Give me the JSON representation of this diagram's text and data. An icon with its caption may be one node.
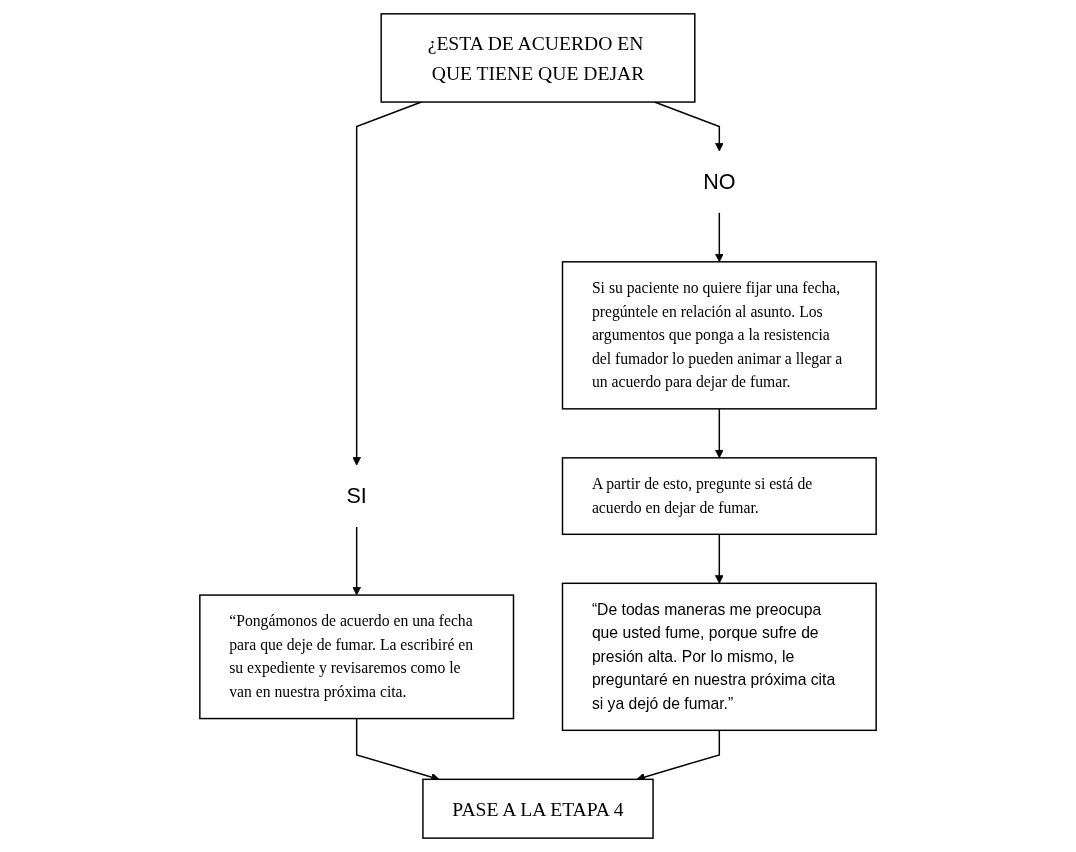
{
  "diagram": {
    "nodes": [
      {
        "text": [
          "¿ESTA DE ACUERDO EN QUE TIENE QUE DEJAR"
        ]
      },
      {
        "text": [
          "NO"
        ]
      },
      {
        "text": [
          "SI"
        ]
      },
      {
        "text": [
          "Si su paciente no quiere fijar una fecha, pregúntele en relación al asunto. Los argumentos que ponga a la resistencia del fumador lo pueden animar a llegar a un acuerdo para dejar de fumar."
        ]
      },
      {
        "text": [
          "“Pongámonos de acuerdo en una fecha para que deje de fumar. La escribiré en su expediente y revisaremos como le van en nuestra próxima cita."
        ]
      },
      {
        "text": [
          "A partir de esto, pregunte si está de acuerdo en dejar de fumar."
        ]
      },
      {
        "text": [
          "“De todas maneras me preocupa que usted fume, porque sufre de presión alta. Por lo mismo, le preguntaré en nuestra próxima cita si ya dejó de fumar.”"
        ]
      },
      {
        "text": [
          "PASE A LA ETAPA 4"
        ]
      }
    ],
    "edges": [
      {
        "from": 0,
        "to": 1,
        "arrow": "to"
      },
      {
        "from": 0,
        "to": 2,
        "arrow": "to"
      },
      {
        "from": 1,
        "to": 3,
        "arrow": "to"
      },
      {
        "from": 2,
        "to": 4,
        "arrow": "to"
      },
      {
        "from": 3,
        "to": 5,
        "arrow": "to"
      },
      {
        "from": 4,
        "to": 7,
        "arrow": "to"
      },
      {
        "from": 5,
        "to": 6,
        "arrow": "to"
      },
      {
        "from": 6,
        "to": 7,
        "arrow": "to"
      }
    ]
  }
}
